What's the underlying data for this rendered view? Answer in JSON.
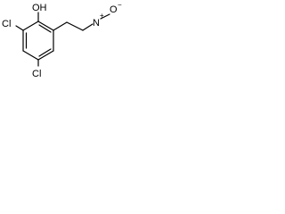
{
  "molecule": {
    "atoms": {
      "hydroxyl": "OH",
      "chlorine_top": "Cl",
      "chlorine_bottom": "Cl",
      "nitrogen": "N",
      "oxygen": "O",
      "positive_charge": "+",
      "negative_charge": "−"
    },
    "bond_color": "#000000",
    "background_color": "#ffffff"
  }
}
